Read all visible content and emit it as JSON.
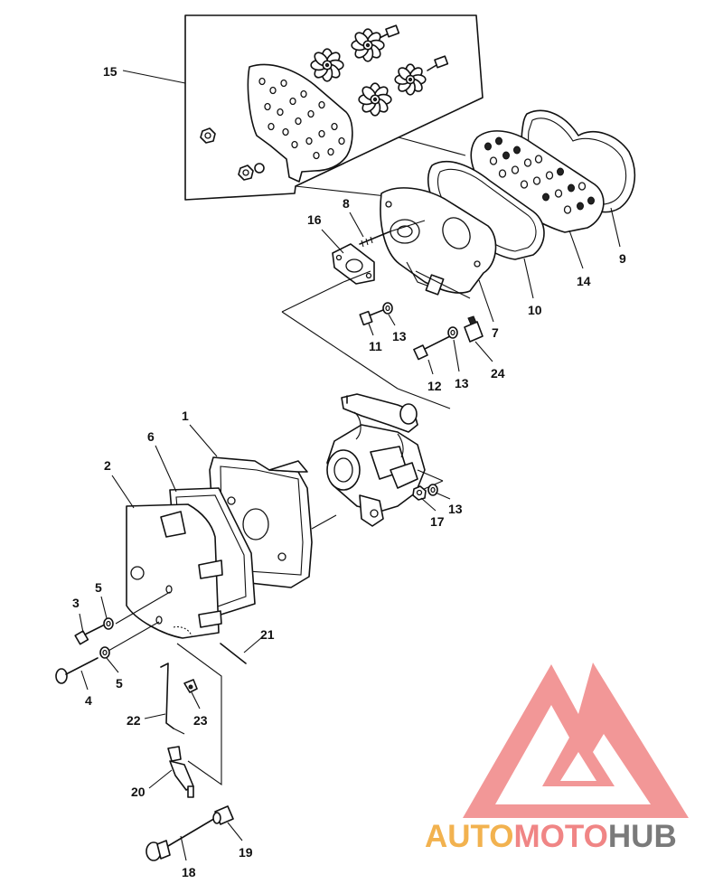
{
  "callouts": {
    "p15": "15",
    "p16": "16",
    "p8": "8",
    "p9": "9",
    "p14": "14",
    "p10": "10",
    "p7": "7",
    "p11": "11",
    "p13a": "13",
    "p12": "12",
    "p13b": "13",
    "p24": "24",
    "p1": "1",
    "p6": "6",
    "p2": "2",
    "p5a": "5",
    "p3": "3",
    "p5b": "5",
    "p4": "4",
    "p21": "21",
    "p22": "22",
    "p23": "23",
    "p20": "20",
    "p19": "19",
    "p18": "18",
    "p13c": "13",
    "p17": "17"
  },
  "watermark": {
    "auto": "AUTO",
    "moto": "MOTO",
    "hub": "HUB"
  },
  "colors": {
    "line": "#111111",
    "logo": "#f08585",
    "auto": "#f2b24f",
    "moto": "#f08585",
    "hub": "#7a7a7a"
  }
}
